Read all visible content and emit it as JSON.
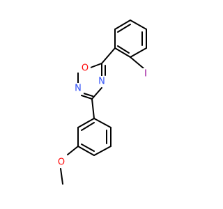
{
  "molecule": {
    "atoms": {
      "O1": "O",
      "N4": "N",
      "N2": "N",
      "I": "I",
      "O_methoxy": "O"
    },
    "colors": {
      "oxygen": "#ff0d0d",
      "nitrogen": "#3050f8",
      "iodine": "#940094",
      "bond": "#000000"
    }
  }
}
